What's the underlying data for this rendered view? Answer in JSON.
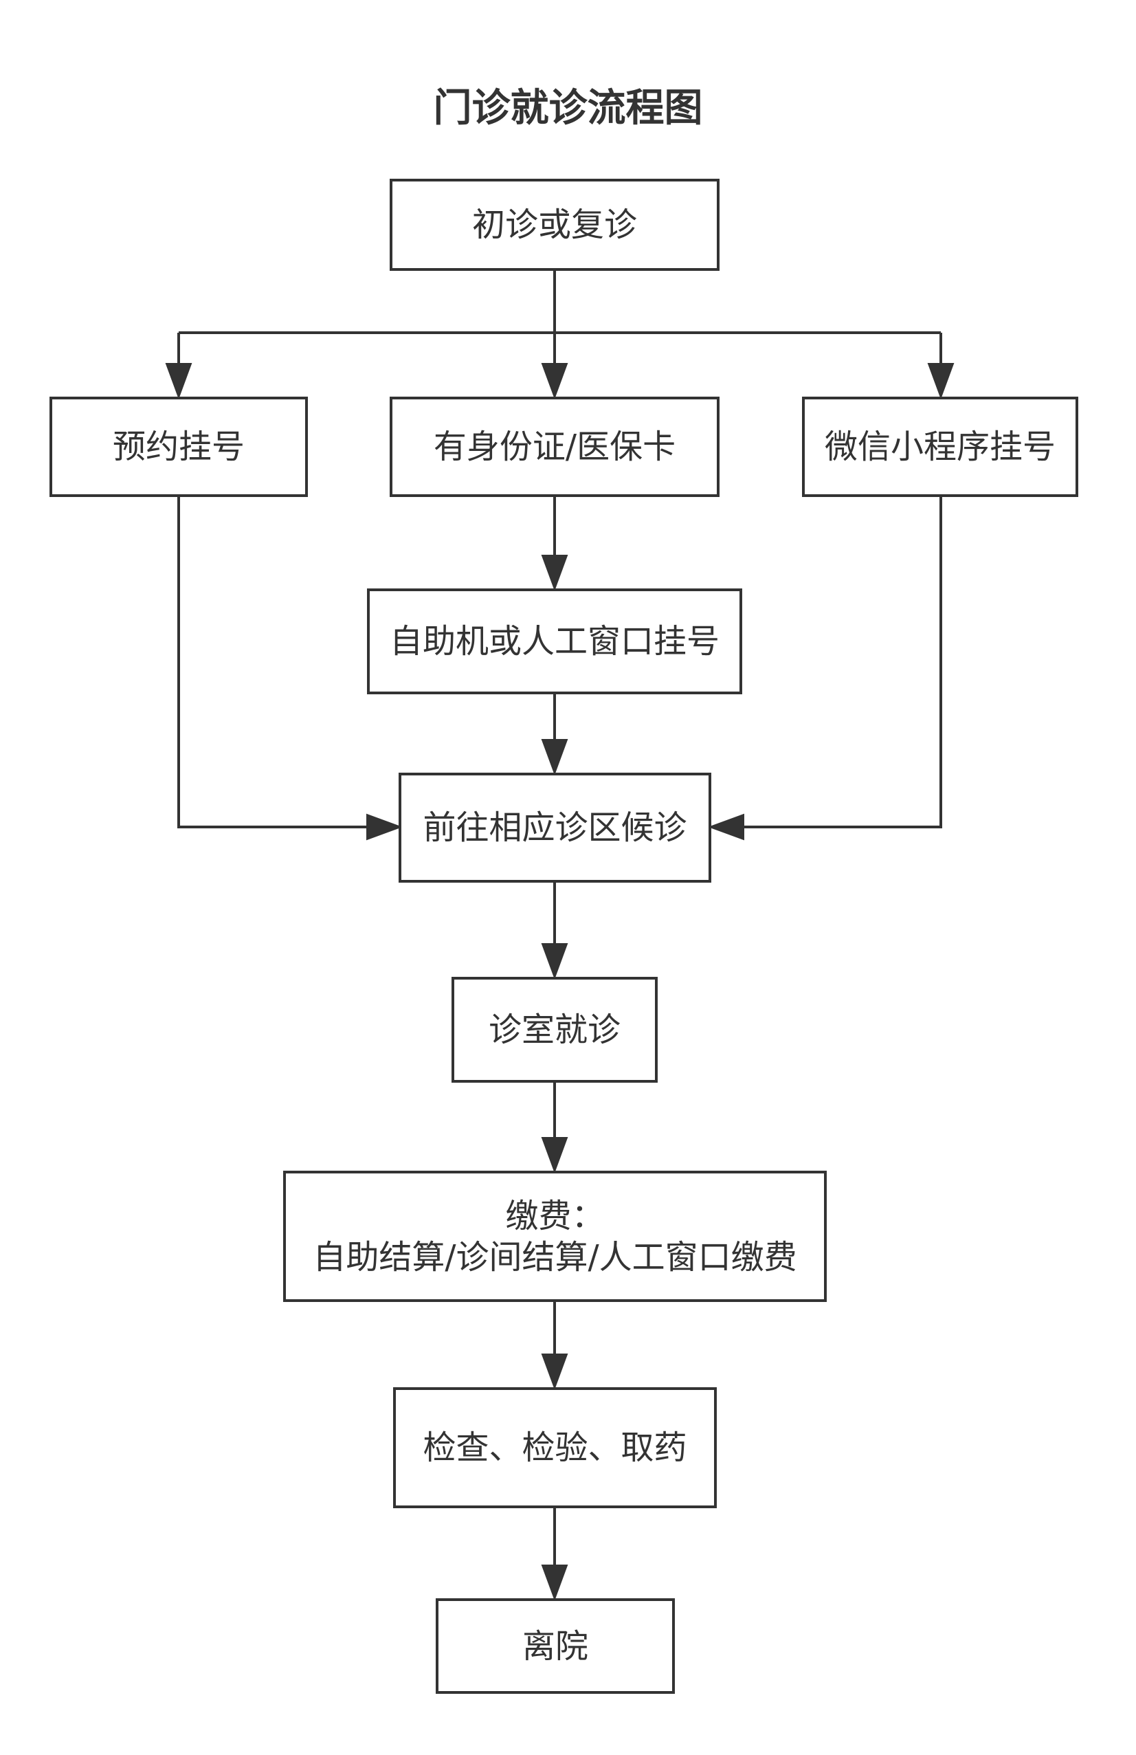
{
  "title": "门诊就诊流程图",
  "nodes": {
    "initial": "初诊或复诊",
    "appointment": "预约挂号",
    "id_card": "有身份证/医保卡",
    "wechat": "微信小程序挂号",
    "self_service": "自助机或人工窗口挂号",
    "waiting": "前往相应诊区候诊",
    "consultation": "诊室就诊",
    "payment_line1": "缴费：",
    "payment_line2": "自助结算/诊间结算/人工窗口缴费",
    "tests": "检查、检验、取药",
    "discharge": "离院"
  },
  "colors": {
    "stroke": "#333333",
    "fill": "#ffffff",
    "text": "#333333"
  }
}
